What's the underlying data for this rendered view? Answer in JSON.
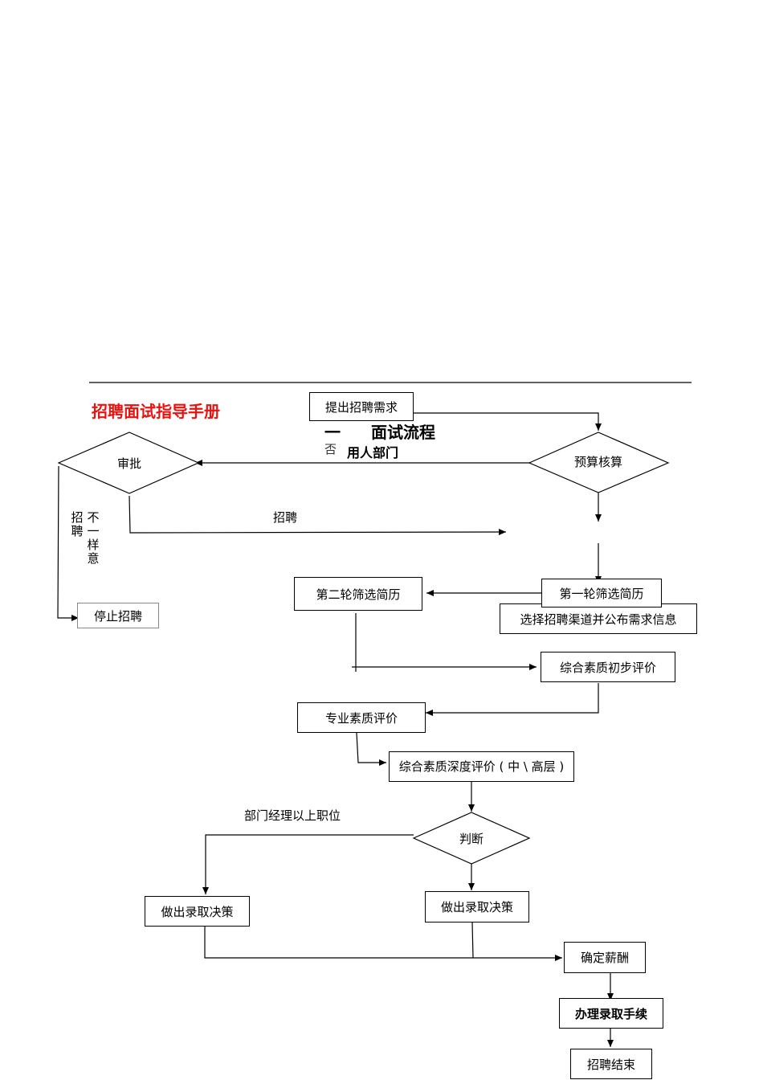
{
  "header": {
    "manual_title": "招聘面试指导手册",
    "section_number": "一",
    "section_title": "面试流程"
  },
  "labels": {
    "dept": "用人部门",
    "no": "否",
    "recruit": "招聘",
    "disagree_a": "招聘",
    "disagree_b": "不一样意",
    "manager_above": "部门经理以上职位"
  },
  "nodes": {
    "propose": "提出招聘需求",
    "approve": "审批",
    "budget": "预算核算",
    "stop": "停止招聘",
    "second_screen": "第二轮筛选简历",
    "first_screen": "第一轮筛选简历",
    "channel": "选择招聘渠道并公布需求信息",
    "general_init": "综合素质初步评价",
    "professional": "专业素质评价",
    "general_deep": "综合素质深度评价 ( 中 \\ 高层 )",
    "judge": "判断",
    "decide_left": "做出录取决策",
    "decide_right": "做出录取决策",
    "salary": "确定薪酬",
    "onboard": "办理录取手续",
    "end": "招聘结束"
  }
}
